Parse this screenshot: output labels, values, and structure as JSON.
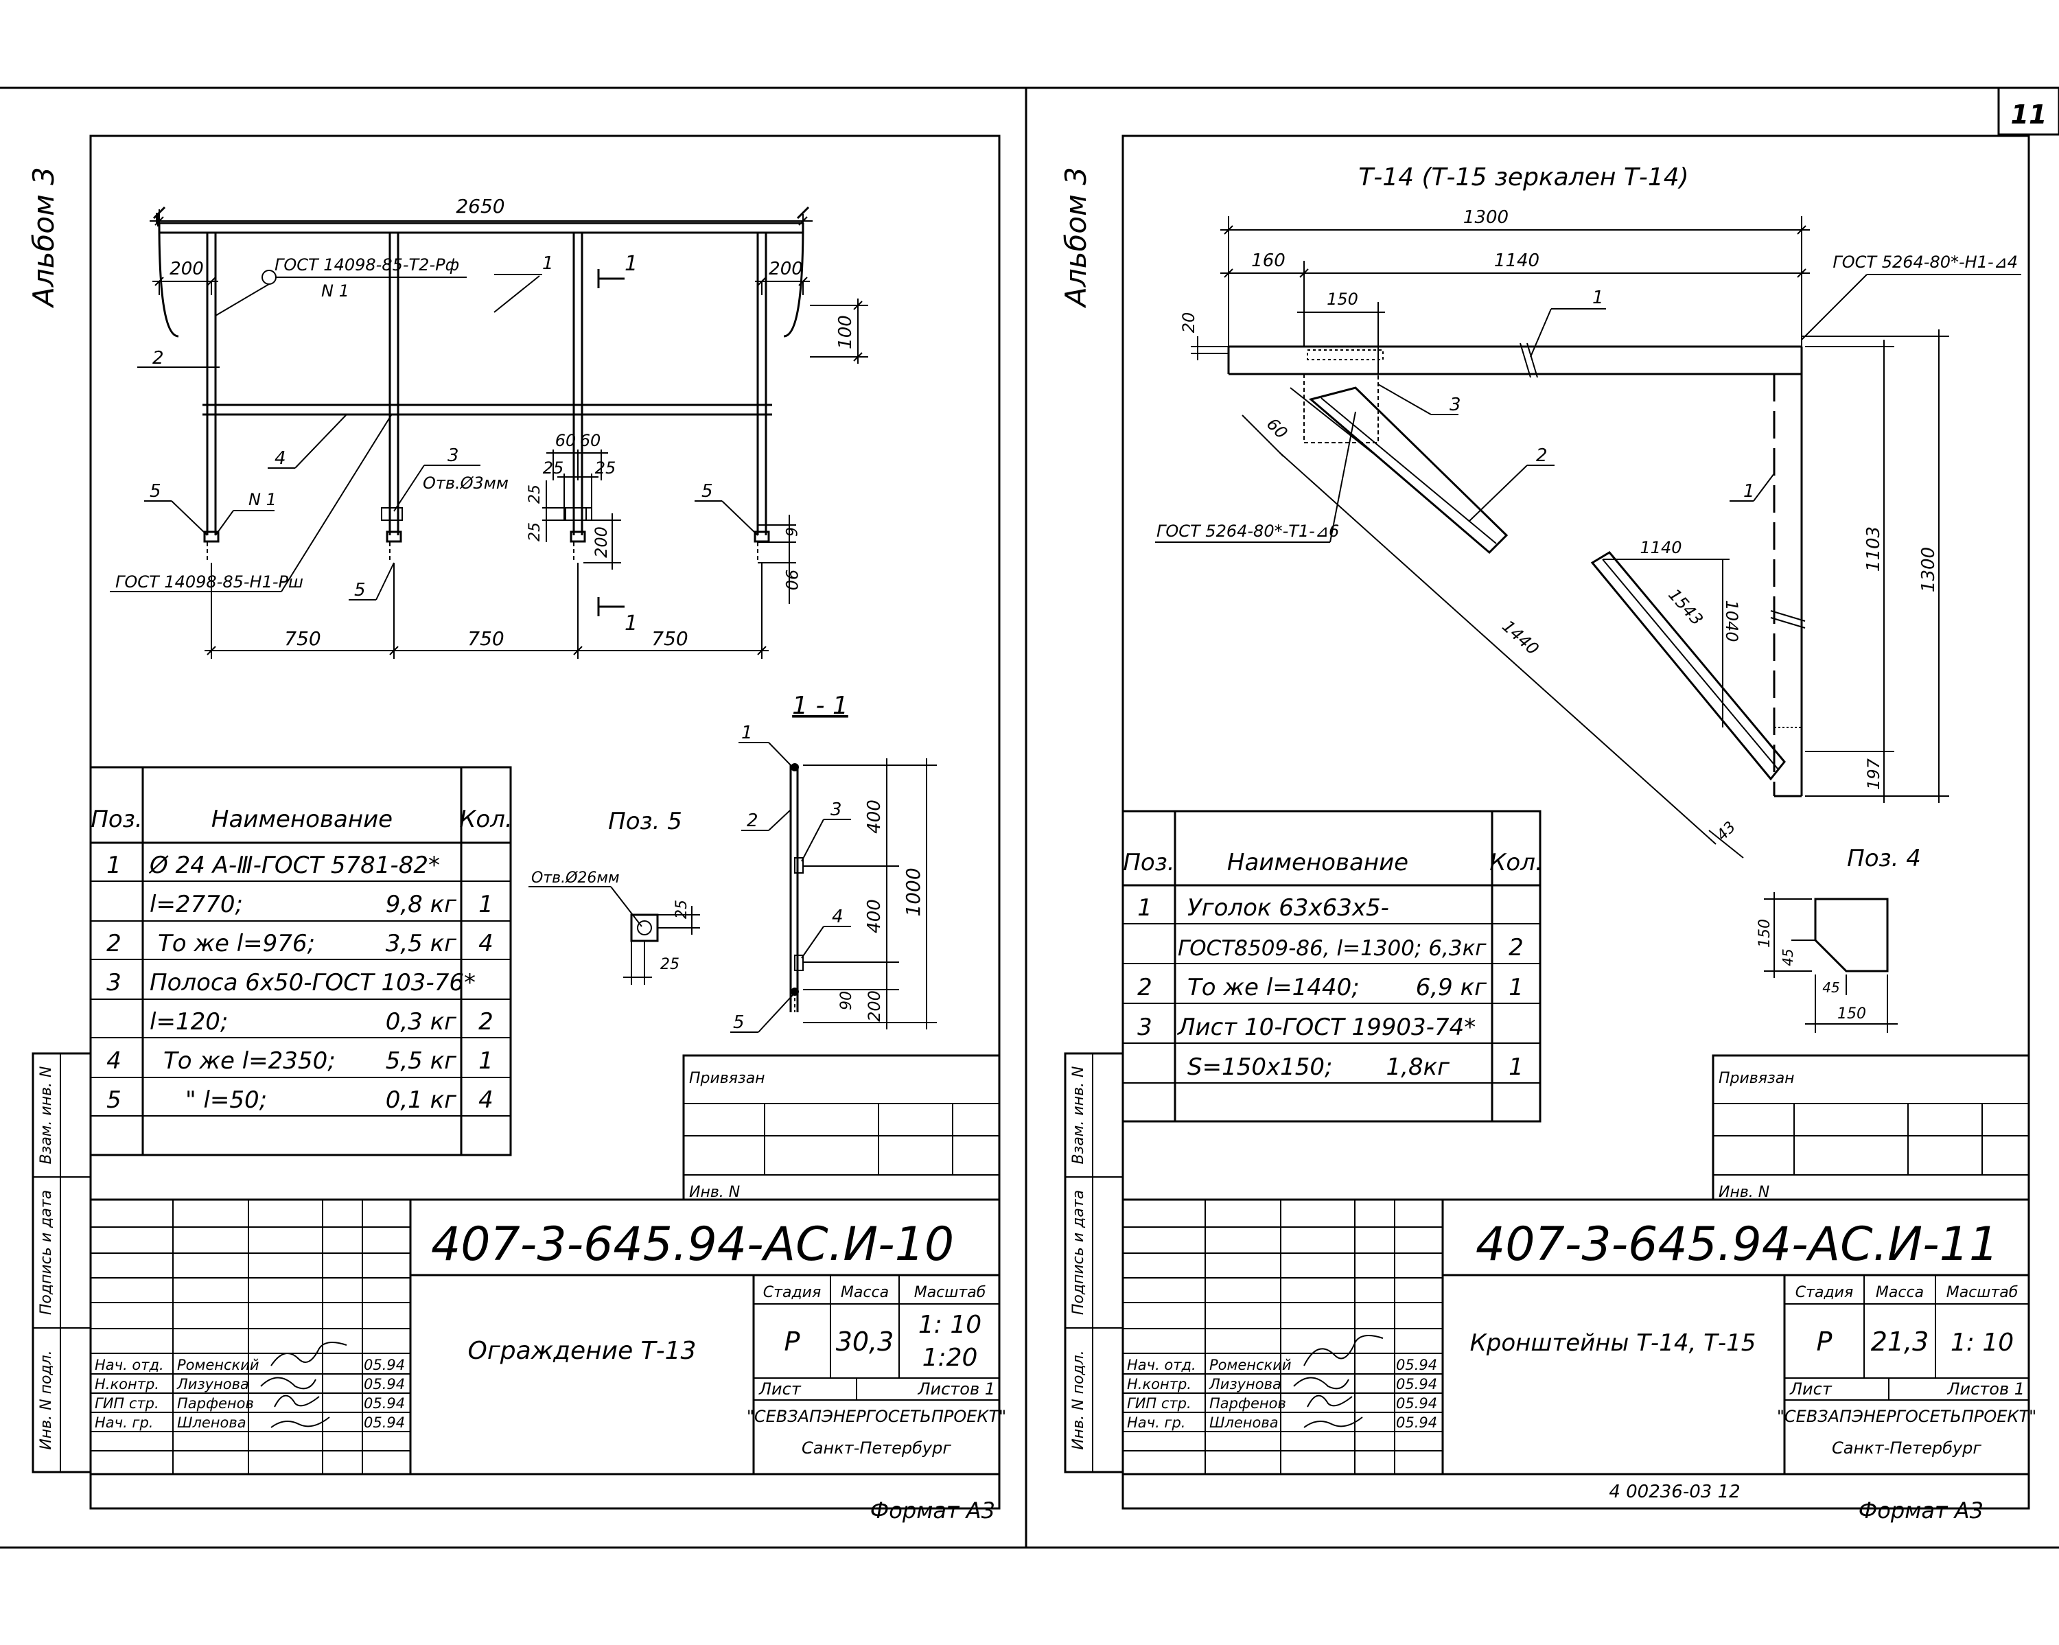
{
  "page_number": "11",
  "left": {
    "album": "Альбом 3",
    "drawing": {
      "dim_total": "2650",
      "dim_end_left": "200",
      "dim_end_right": "200",
      "dim_height_100": "100",
      "gost_note_top": "ГОСТ 14098-85-Т2-Рф",
      "weld_n1_top": "N 1",
      "weld_n1_bottom": "N 1",
      "gost_note_bottom": "ГОСТ 14098-85-Н1-Рш",
      "hole_note": "Отв.Ø3мм",
      "dim_60a": "60",
      "dim_60b": "60",
      "dim_25a": "25",
      "dim_25b": "25",
      "dim_25c": "25",
      "dim_25d": "25",
      "dim_200": "200",
      "dim_6": "6",
      "dim_90": "90",
      "spans": [
        "750",
        "750",
        "750"
      ],
      "callouts": [
        "1",
        "2",
        "3",
        "4",
        "5",
        "5",
        "5"
      ],
      "section_mark": "1"
    },
    "section": {
      "title": "1 - 1",
      "dims": [
        "400",
        "400",
        "200",
        "90",
        "1000"
      ],
      "callouts": [
        "1",
        "2",
        "3",
        "4",
        "5"
      ]
    },
    "detail": {
      "title": "Поз. 5",
      "hole": "Отв.Ø26мм",
      "dims": [
        "25",
        "25"
      ]
    },
    "spec": {
      "headers": [
        "Поз.",
        "Наименование",
        "Кол."
      ],
      "rows": [
        {
          "pos": "1",
          "name": "Ø 24 А-Ⅲ-ГОСТ 5781-82*",
          "mass": "",
          "qty": ""
        },
        {
          "pos": "",
          "name": "l=2770;",
          "mass": "9,8 кг",
          "qty": "1"
        },
        {
          "pos": "2",
          "name": "То же    l=976;",
          "mass": "3,5 кг",
          "qty": "4"
        },
        {
          "pos": "3",
          "name": "Полоса 6х50-ГОСТ 103-76*",
          "mass": "",
          "qty": ""
        },
        {
          "pos": "",
          "name": "l=120;",
          "mass": "0,3 кг",
          "qty": "2"
        },
        {
          "pos": "4",
          "name": "То же    l=2350;",
          "mass": "5,5 кг",
          "qty": "1"
        },
        {
          "pos": "5",
          "name": "\"      l=50;",
          "mass": "0,1 кг",
          "qty": "4"
        }
      ]
    },
    "title_block": {
      "bound": "Привязан",
      "inv": "Инв. N",
      "code": "407-3-645.94-АС.И-10",
      "name": "Ограждение Т-13",
      "stage_h": "Стадия",
      "mass_h": "Масса",
      "scale_h": "Масштаб",
      "stage": "Р",
      "mass": "30,3",
      "scale1": "1: 10",
      "scale2": "1:20",
      "sheet_h": "Лист",
      "sheets_h": "Листов 1",
      "org": "\"СЕВЗАПЭНЕРГОСЕТЬПРОЕКТ\"",
      "city": "Санкт-Петербург",
      "people": [
        {
          "role": "Нач. отд.",
          "name": "Роменский",
          "date": "05.94"
        },
        {
          "role": "Н.контр.",
          "name": "Лизунова",
          "date": "05.94"
        },
        {
          "role": "ГИП стр.",
          "name": "Парфенов",
          "date": "05.94"
        },
        {
          "role": "Нач. гр.",
          "name": "Шленова",
          "date": "05.94"
        }
      ],
      "side_labels": [
        "Взам. инв. N",
        "Подпись и дата",
        "Инв. N подл."
      ]
    },
    "format": "Формат А3"
  },
  "right": {
    "album": "Альбом 3",
    "drawing": {
      "title": "Т-14 (Т-15 зеркален Т-14)",
      "dim_1300_top": "1300",
      "dim_160": "160",
      "dim_1140_top": "1140",
      "dim_150": "150",
      "dim_20": "20",
      "dim_60": "60",
      "gost_top": "ГОСТ 5264-80*-Н1-⊿4",
      "gost_left": "ГОСТ 5264-80*-Т1-⊿6",
      "dim_1140_mid": "1140",
      "dim_1543": "1543",
      "dim_1040": "1040",
      "dim_1440": "1440",
      "dim_1103": "1103",
      "dim_1300_right": "1300",
      "dim_197": "197",
      "dim_43": "43",
      "callouts": [
        "1",
        "1",
        "2",
        "3"
      ]
    },
    "detail": {
      "title": "Поз. 4",
      "dims": [
        "150",
        "45",
        "45",
        "150"
      ]
    },
    "spec": {
      "headers": [
        "Поз.",
        "Наименование",
        "Кол."
      ],
      "rows": [
        {
          "pos": "1",
          "name": "Уголок 63х63х5-",
          "mass": "",
          "qty": ""
        },
        {
          "pos": "",
          "name": "ГОСТ8509-86, l=1300; 6,3кг",
          "mass": "",
          "qty": "2"
        },
        {
          "pos": "2",
          "name": "То же      l=1440;",
          "mass": "6,9 кг",
          "qty": "1"
        },
        {
          "pos": "3",
          "name": "Лист 10-ГОСТ 19903-74*",
          "mass": "",
          "qty": ""
        },
        {
          "pos": "",
          "name": "S=150х150;",
          "mass": "1,8кг",
          "qty": "1"
        }
      ]
    },
    "title_block": {
      "bound": "Привязан",
      "inv": "Инв. N",
      "code": "407-3-645.94-АС.И-11",
      "name": "Кронштейны Т-14, Т-15",
      "stage_h": "Стадия",
      "mass_h": "Масса",
      "scale_h": "Масштаб",
      "stage": "Р",
      "mass": "21,3",
      "scale1": "1: 10",
      "sheet_h": "Лист",
      "sheets_h": "Листов 1",
      "org": "\"СЕВЗАПЭНЕРГОСЕТЬПРОЕКТ\"",
      "city": "Санкт-Петербург",
      "people": [
        {
          "role": "Нач. отд.",
          "name": "Роменский",
          "date": "05.94"
        },
        {
          "role": "Н.контр.",
          "name": "Лизунова",
          "date": "05.94"
        },
        {
          "role": "ГИП стр.",
          "name": "Парфенов",
          "date": "05.94"
        },
        {
          "role": "Нач. гр.",
          "name": "Шленова",
          "date": "05.94"
        }
      ],
      "side_labels": [
        "Взам. инв. N",
        "Подпись и дата",
        "Инв. N подл."
      ]
    },
    "archive_no": "4 00236-03   12",
    "format": "Формат А3"
  }
}
